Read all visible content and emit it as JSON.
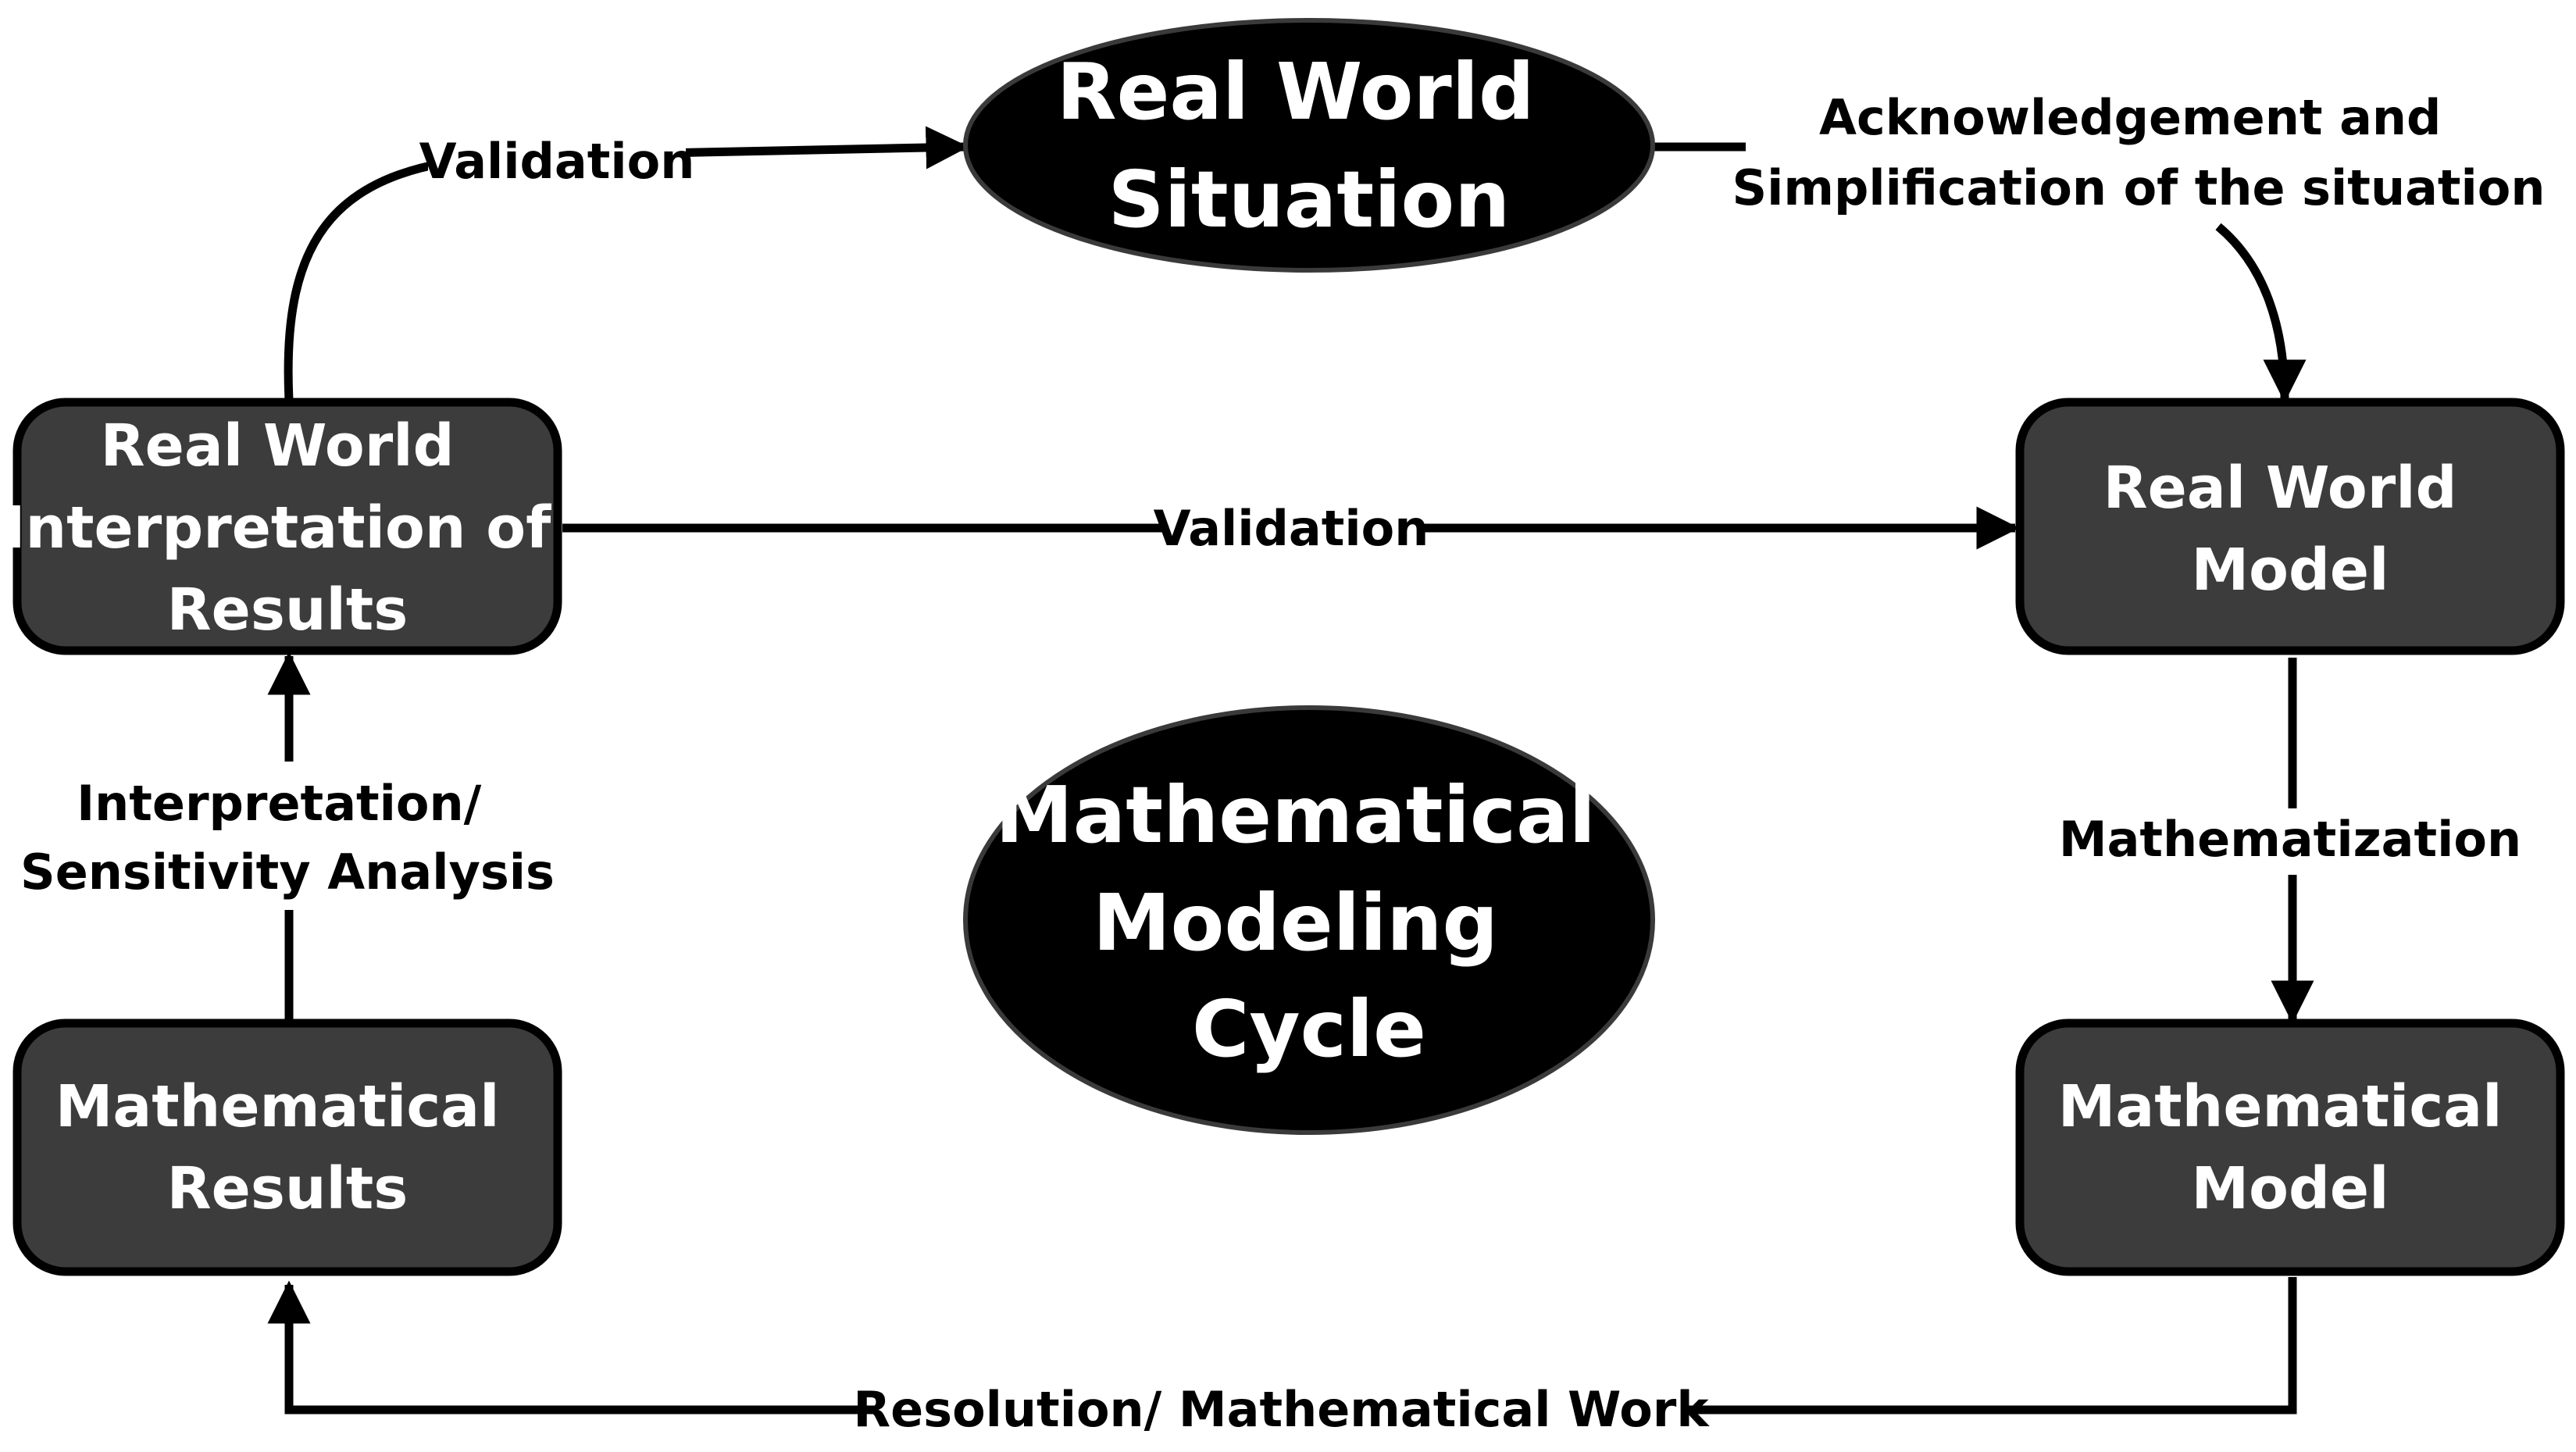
{
  "nodes": {
    "real_world_situation": {
      "lines": [
        "Real World",
        "Situation"
      ]
    },
    "cycle_title": {
      "lines": [
        "Mathematical",
        "Modeling",
        "Cycle"
      ]
    },
    "interpretation_of_results": {
      "lines": [
        "Real World",
        "Interpretation of",
        "Results"
      ]
    },
    "real_world_model": {
      "lines": [
        "Real World",
        "Model"
      ]
    },
    "mathematical_results": {
      "lines": [
        "Mathematical",
        "Results"
      ]
    },
    "mathematical_model": {
      "lines": [
        "Mathematical",
        "Model"
      ]
    }
  },
  "edges": {
    "validation_top": {
      "lines": [
        "Validation"
      ]
    },
    "acknowledgement": {
      "lines": [
        "Acknowledgement and",
        "Simplification of the situation"
      ]
    },
    "validation_middle": {
      "lines": [
        "Validation"
      ]
    },
    "mathematization": {
      "lines": [
        "Mathematization"
      ]
    },
    "interpretation": {
      "lines": [
        "Interpretation/",
        "Sensitivity Analysis"
      ]
    },
    "resolution": {
      "lines": [
        "Resolution/ Mathematical Work"
      ]
    }
  },
  "colors": {
    "box_fill": "#3c3c3c",
    "ellipse_fill": "#000000",
    "text_light": "#ffffff",
    "text_dark": "#000000",
    "line": "#000000"
  }
}
